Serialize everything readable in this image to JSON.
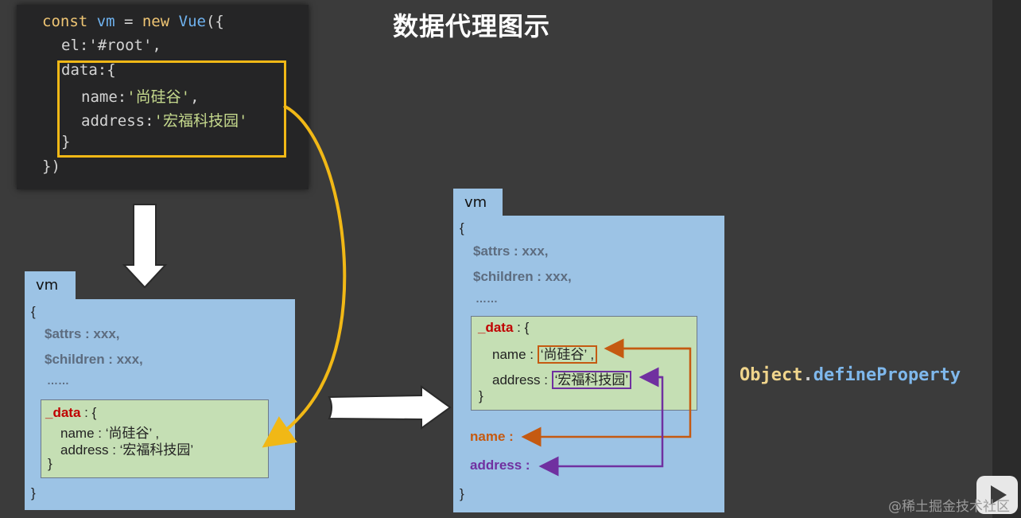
{
  "title": "数据代理图示",
  "code": {
    "line1": {
      "kw": "const",
      "var": " vm",
      "op": " = ",
      "kw2": "new",
      "cls": " Vue",
      "rest": "({"
    },
    "line2": {
      "key": "el:",
      "str": "'#root'",
      "rest": ","
    },
    "line3": "data:{",
    "line4": {
      "key": "name:",
      "str": "'尚硅谷'",
      "rest": ","
    },
    "line5": {
      "key": "address:",
      "str": "'宏福科技园'"
    },
    "line6": "}",
    "line7": "})"
  },
  "vm_left": {
    "tab": "vm",
    "open": "{",
    "attrs": "$attrs : xxx,",
    "children": "$children : xxx,",
    "ellipsis": "……",
    "data_key": "_data",
    "data_open": " : {",
    "name_line": "name : ‘尚硅谷’ ,",
    "address_line": "address : ‘宏福科技园’",
    "data_close": "}",
    "close": "}"
  },
  "vm_right": {
    "tab": "vm",
    "open": "{",
    "attrs": "$attrs : xxx,",
    "children": "$children : xxx,",
    "ellipsis": "……",
    "data_key": "_data",
    "data_open": " : {",
    "name_label": "name : ",
    "name_value": "‘尚硅谷’ ,",
    "address_label": "address : ",
    "address_value": "‘宏福科技园’",
    "data_close": "}",
    "proxy_name": "name :",
    "proxy_address": "address :",
    "close": "}"
  },
  "define_property": {
    "obj": "Object",
    "dot": ".",
    "method": "defineProperty"
  },
  "watermark": "@稀土掘金技术社区",
  "colors": {
    "background": "#3b3b3b",
    "card": "#9cc3e5",
    "data_box": "#c5dfb4",
    "highlight_yellow": "#f1b816",
    "orange": "#c55a11",
    "purple": "#7030a0"
  }
}
